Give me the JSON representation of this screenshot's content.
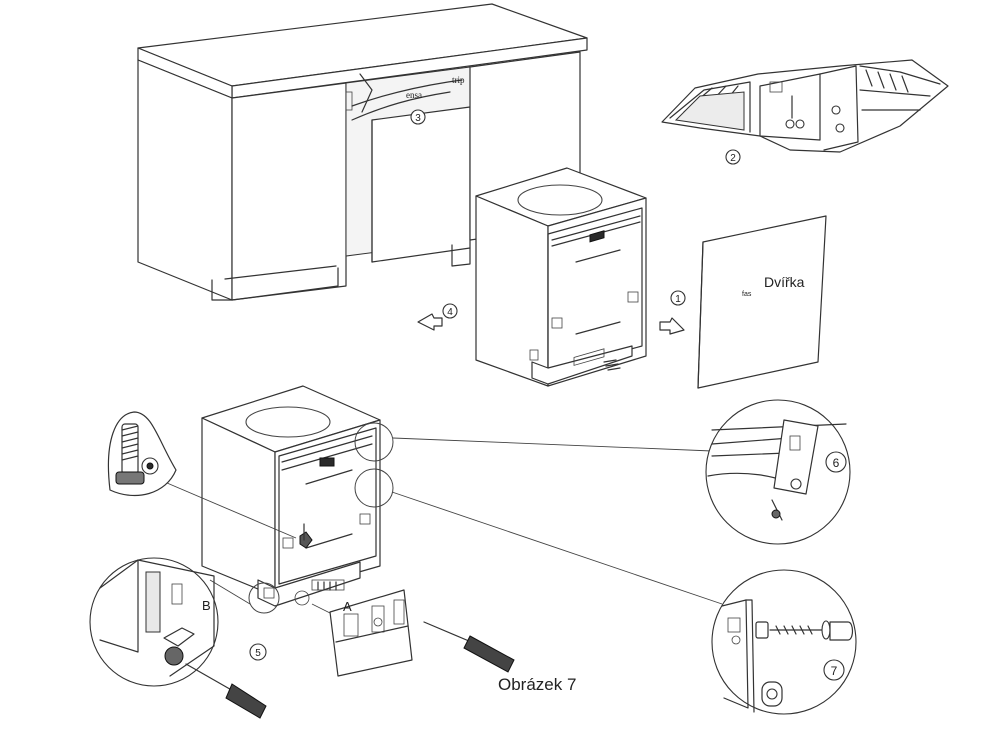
{
  "figure": {
    "caption": "Obrázek 7",
    "door_label": "Dvířka",
    "tape_text_1": "trip",
    "tape_text_2": "ensa",
    "door_mark": "fas"
  },
  "steps": {
    "s1": "1",
    "s2": "2",
    "s3": "3",
    "s4": "4",
    "s5": "5",
    "s6": "6",
    "s7": "7"
  },
  "callouts": {
    "a": "A",
    "b": "B"
  }
}
